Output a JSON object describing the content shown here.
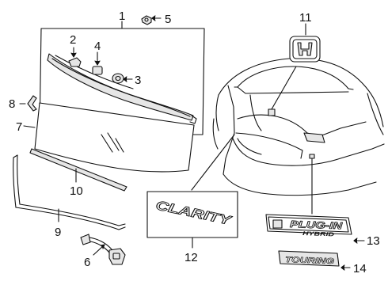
{
  "diagram": {
    "callouts": [
      {
        "id": "c1",
        "label": "1"
      },
      {
        "id": "c2",
        "label": "2"
      },
      {
        "id": "c3",
        "label": "3"
      },
      {
        "id": "c4",
        "label": "4"
      },
      {
        "id": "c5",
        "label": "5"
      },
      {
        "id": "c6",
        "label": "6"
      },
      {
        "id": "c7",
        "label": "7"
      },
      {
        "id": "c8",
        "label": "8"
      },
      {
        "id": "c9",
        "label": "9"
      },
      {
        "id": "c10",
        "label": "10"
      },
      {
        "id": "c11",
        "label": "11"
      },
      {
        "id": "c12",
        "label": "12"
      },
      {
        "id": "c13",
        "label": "13"
      },
      {
        "id": "c14",
        "label": "14"
      }
    ],
    "emblems": {
      "clarity": "CLARITY",
      "plugin": "PLUG-IN",
      "hybrid": "HYBRID",
      "touring": "TOURING"
    },
    "colors": {
      "line": "#111111",
      "background": "#ffffff",
      "part_fill": "#e6e6e6"
    }
  }
}
